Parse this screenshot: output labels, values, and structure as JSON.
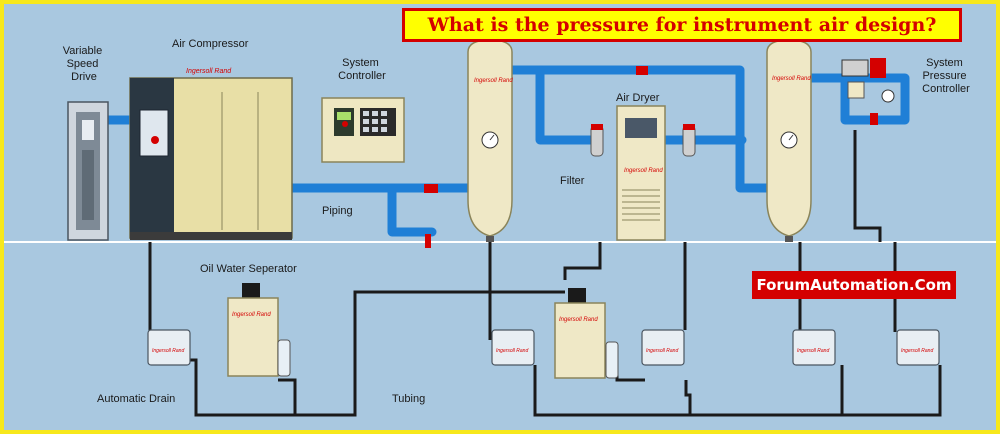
{
  "headline": "What is the pressure for instrument air design?",
  "site_badge": "ForumAutomation.Com",
  "brand_mark": "Ingersoll Rand",
  "labels": {
    "variable_speed_drive": [
      "Variable",
      "Speed",
      "Drive"
    ],
    "air_compressor": "Air Compressor",
    "system_controller": [
      "System",
      "Controller"
    ],
    "piping": "Piping",
    "air_dryer": "Air Dryer",
    "filter": "Filter",
    "system_pressure_controller": [
      "System",
      "Pressure",
      "Controller"
    ],
    "oil_water_separator": "Oil Water Seperator",
    "automatic_drain": "Automatic Drain",
    "tubing": "Tubing"
  },
  "colors": {
    "border": "#f7e81c",
    "background": "#a9c8e0",
    "pipe": "#1f7fd6",
    "tank": "#efe8c6",
    "accent_red": "#d40000",
    "tubing": "#1a1a1a"
  }
}
